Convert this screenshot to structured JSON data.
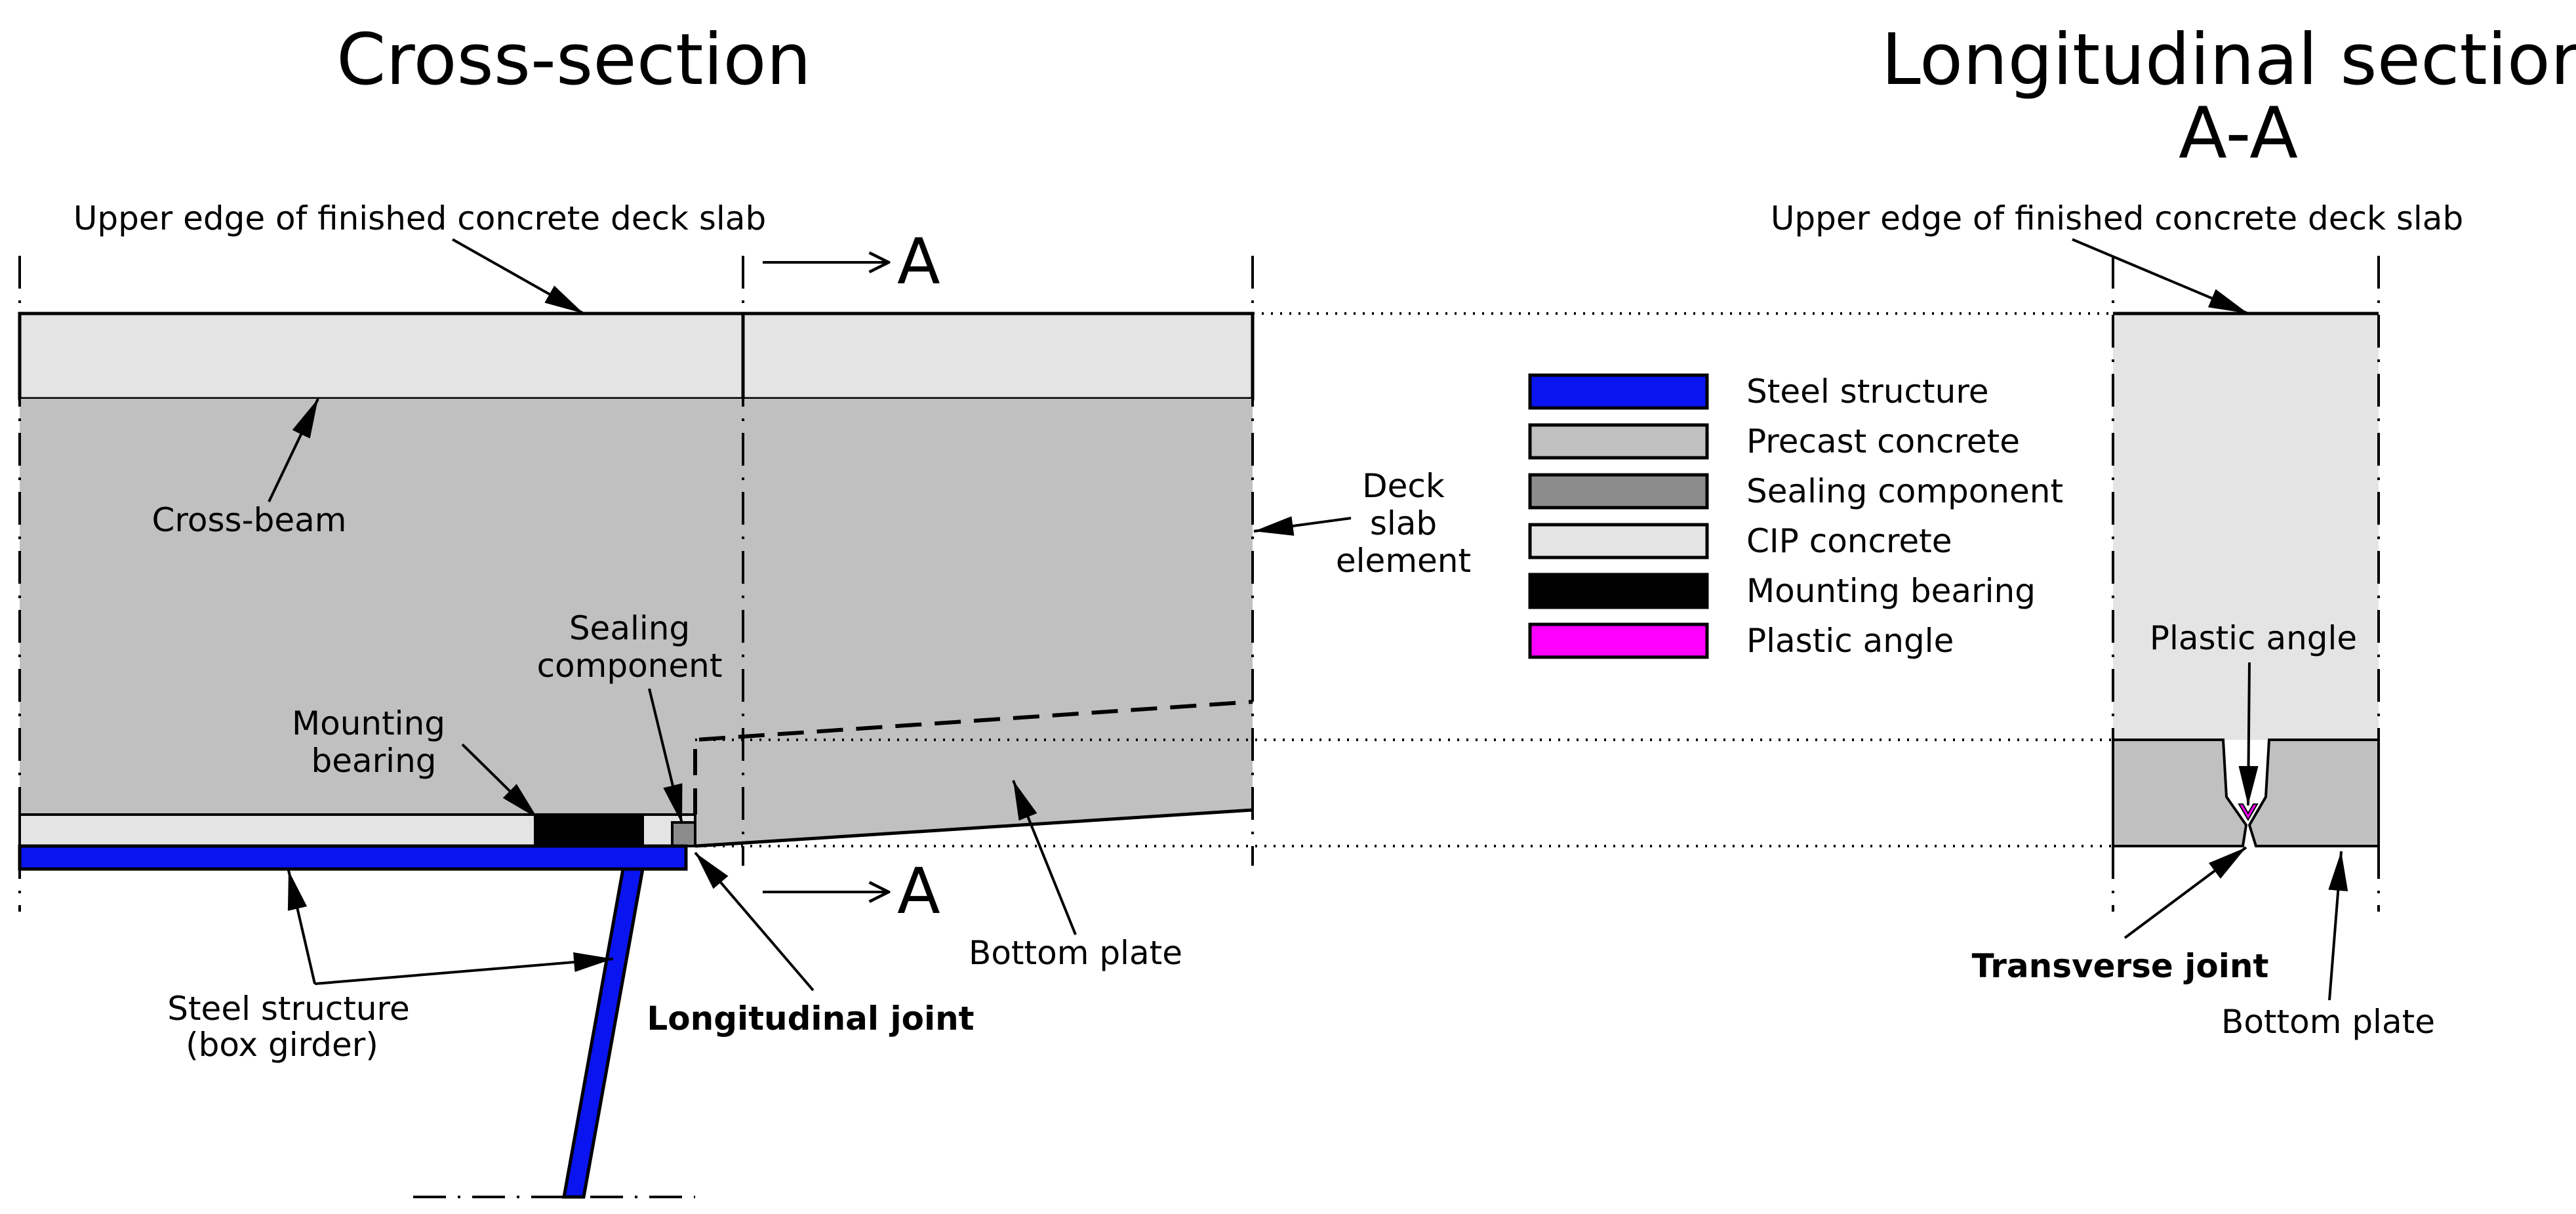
{
  "titles": {
    "cross_section": "Cross-section",
    "longitudinal_line1": "Longitudinal section",
    "longitudinal_line2": "A-A"
  },
  "section_marks": {
    "top": "A",
    "bottom": "A"
  },
  "cross_section_labels": {
    "upper_edge": "Upper edge of finished concrete deck slab",
    "cross_beam": "Cross-beam",
    "deck_slab_1": "Deck",
    "deck_slab_2": "slab",
    "deck_slab_3": "element",
    "sealing_1": "Sealing",
    "sealing_2": "component",
    "mounting_1": "Mounting",
    "mounting_2": "bearing",
    "bottom_plate": "Bottom plate",
    "steel_1": "Steel structure",
    "steel_2": "(box girder)",
    "longitudinal_joint": "Longitudinal joint"
  },
  "longitudinal_labels": {
    "upper_edge": "Upper edge of finished concrete deck slab",
    "plastic_angle": "Plastic angle",
    "transverse_joint": "Transverse joint",
    "bottom_plate": "Bottom plate"
  },
  "legend": [
    {
      "label": "Steel structure",
      "color": "#0a14f0"
    },
    {
      "label": "Precast concrete",
      "color": "#c0c0c0"
    },
    {
      "label": "Sealing component",
      "color": "#8c8c8c"
    },
    {
      "label": "CIP concrete",
      "color": "#e4e4e4"
    },
    {
      "label": "Mounting bearing",
      "color": "#000000"
    },
    {
      "label": "Plastic angle",
      "color": "#ff00ff"
    }
  ]
}
